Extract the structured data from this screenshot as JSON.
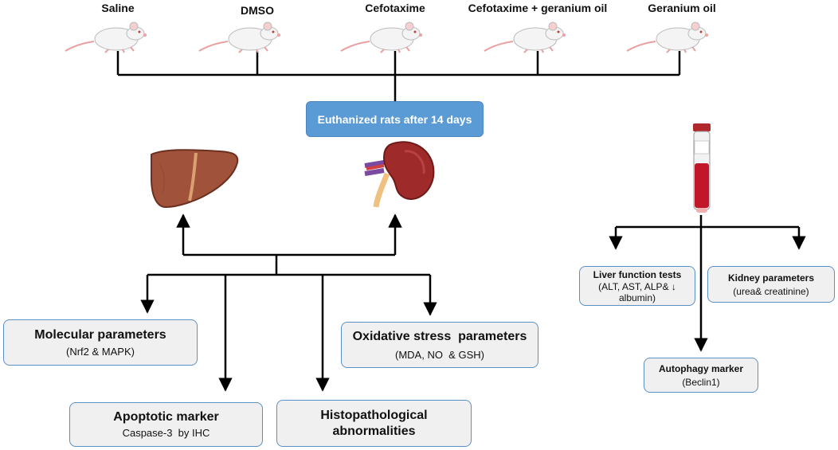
{
  "groups": [
    {
      "label": "Saline"
    },
    {
      "label": "DMSO"
    },
    {
      "label": "Cefotaxime"
    },
    {
      "label": "Cefotaxime + geranium oil"
    },
    {
      "label": "Geranium oil"
    }
  ],
  "euthanasia_label": "Euthanized rats after 14 days",
  "tissue_outcomes": {
    "molecular": {
      "title": "Molecular parameters",
      "sub": "(Nrf2 & MAPK)"
    },
    "oxidative": {
      "title": "Oxidative stress  parameters",
      "sub": "(MDA, NO  & GSH)"
    },
    "apoptotic": {
      "title": "Apoptotic marker",
      "sub": "Caspase-3  by IHC"
    },
    "histo": {
      "title": "Histopathological",
      "title2": "abnormalities"
    }
  },
  "blood_outcomes": {
    "liver": {
      "title": "Liver function tests",
      "sub": "(ALT, AST, ALP& ↓",
      "sub2": "albumin)"
    },
    "kidney": {
      "title": "Kidney parameters",
      "sub": "(urea& creatinine)"
    },
    "autophagy": {
      "title": "Autophagy marker",
      "sub": "(Beclin1)"
    }
  },
  "icons": [
    "rat-icon",
    "liver-icon",
    "kidney-icon",
    "blood-tube-icon"
  ],
  "colors": {
    "box_border": "#5b8fc7",
    "box_fill": "#f0f0f0",
    "euth_fill": "#5b9bd5",
    "liver": "#a0523a",
    "kidney": "#9e2a2a",
    "blood": "#c0182a"
  }
}
